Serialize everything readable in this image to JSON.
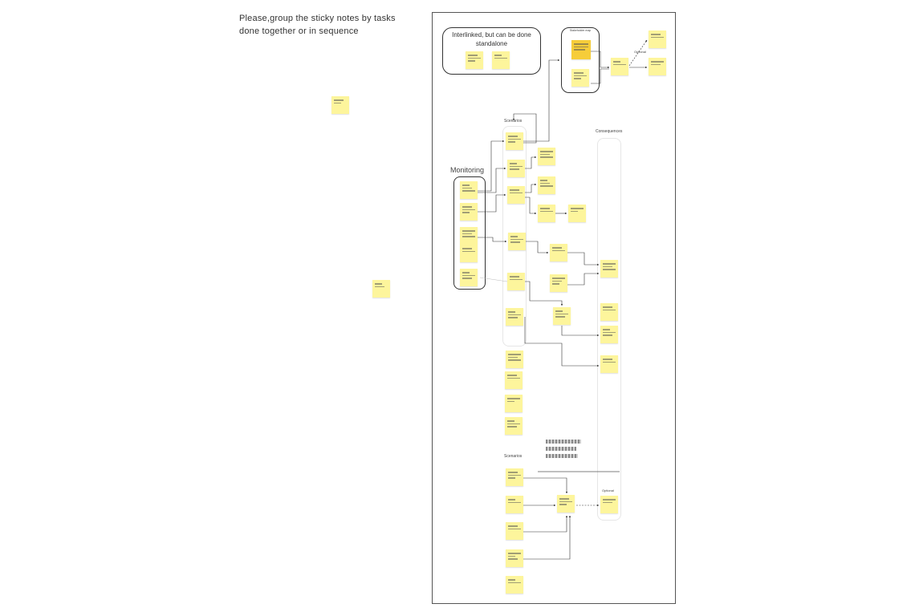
{
  "instruction": "Please,group the sticky notes by tasks done together or in sequence",
  "groups": {
    "interlinked": "Interlinked, but can be done standalone",
    "monitoring": "Monitoring",
    "scenarios_top": "Scenarios",
    "consequences": "Consequences",
    "scenarios_bottom": "Scenarios",
    "optional_top": "Optional",
    "optional_bottom": "Optional",
    "stakeholder": "Stakeholder map"
  },
  "colors": {
    "sticky": "#fdf59c",
    "sticky_dark": "#f6cd3a",
    "frame_border": "#555555",
    "connector": "#333333"
  }
}
